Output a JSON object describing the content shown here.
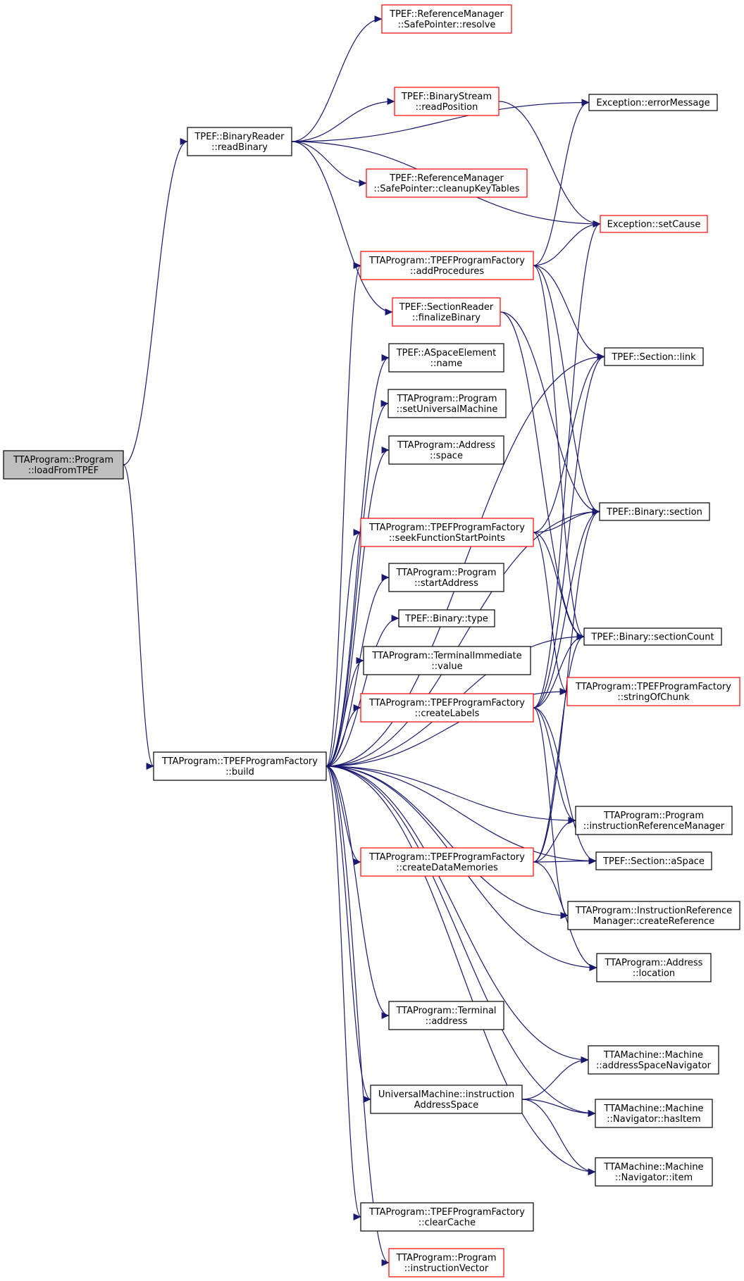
{
  "colors": {
    "edge": "#191970",
    "root_fill": "#bfbfbf",
    "normal_border": "#000000",
    "truncated_border": "#ff0000",
    "node_fill": "#ffffff"
  },
  "nodes": [
    {
      "id": "root",
      "lines": [
        "TTAProgram::Program",
        "::loadFromTPEF"
      ],
      "style": "root"
    },
    {
      "id": "readBinary",
      "lines": [
        "TPEF::BinaryReader",
        "::readBinary"
      ],
      "style": "normal"
    },
    {
      "id": "build",
      "lines": [
        "TTAProgram::TPEFProgramFactory",
        "::build"
      ],
      "style": "normal"
    },
    {
      "id": "resolve",
      "lines": [
        "TPEF::ReferenceManager",
        "::SafePointer::resolve"
      ],
      "style": "truncated"
    },
    {
      "id": "readPosition",
      "lines": [
        "TPEF::BinaryStream",
        "::readPosition"
      ],
      "style": "truncated"
    },
    {
      "id": "cleanupKeyTables",
      "lines": [
        "TPEF::ReferenceManager",
        "::SafePointer::cleanupKeyTables"
      ],
      "style": "truncated"
    },
    {
      "id": "errorMessage",
      "lines": [
        "Exception::errorMessage"
      ],
      "style": "normal"
    },
    {
      "id": "setCause",
      "lines": [
        "Exception::setCause"
      ],
      "style": "truncated"
    },
    {
      "id": "addProcedures",
      "lines": [
        "TTAProgram::TPEFProgramFactory",
        "::addProcedures"
      ],
      "style": "truncated"
    },
    {
      "id": "finalizeBinary",
      "lines": [
        "TPEF::SectionReader",
        "::finalizeBinary"
      ],
      "style": "truncated"
    },
    {
      "id": "sectionLink",
      "lines": [
        "TPEF::Section::link"
      ],
      "style": "normal"
    },
    {
      "id": "aspaceName",
      "lines": [
        "TPEF::ASpaceElement",
        "::name"
      ],
      "style": "normal"
    },
    {
      "id": "setUniversalMachine",
      "lines": [
        "TTAProgram::Program",
        "::setUniversalMachine"
      ],
      "style": "normal"
    },
    {
      "id": "addressSpace",
      "lines": [
        "TTAProgram::Address",
        "::space"
      ],
      "style": "normal"
    },
    {
      "id": "seekFunctionStartPoints",
      "lines": [
        "TTAProgram::TPEFProgramFactory",
        "::seekFunctionStartPoints"
      ],
      "style": "truncated"
    },
    {
      "id": "binarySection",
      "lines": [
        "TPEF::Binary::section"
      ],
      "style": "normal"
    },
    {
      "id": "startAddress",
      "lines": [
        "TTAProgram::Program",
        "::startAddress"
      ],
      "style": "normal"
    },
    {
      "id": "binaryType",
      "lines": [
        "TPEF::Binary::type"
      ],
      "style": "normal"
    },
    {
      "id": "terminalImmediateValue",
      "lines": [
        "TTAProgram::TerminalImmediate",
        "::value"
      ],
      "style": "normal"
    },
    {
      "id": "sectionCount",
      "lines": [
        "TPEF::Binary::sectionCount"
      ],
      "style": "normal"
    },
    {
      "id": "stringOfChunk",
      "lines": [
        "TTAProgram::TPEFProgramFactory",
        "::stringOfChunk"
      ],
      "style": "truncated"
    },
    {
      "id": "createLabels",
      "lines": [
        "TTAProgram::TPEFProgramFactory",
        "::createLabels"
      ],
      "style": "truncated"
    },
    {
      "id": "instructionReferenceManager",
      "lines": [
        "TTAProgram::Program",
        "::instructionReferenceManager"
      ],
      "style": "normal"
    },
    {
      "id": "createDataMemories",
      "lines": [
        "TTAProgram::TPEFProgramFactory",
        "::createDataMemories"
      ],
      "style": "truncated"
    },
    {
      "id": "sectionASpace",
      "lines": [
        "TPEF::Section::aSpace"
      ],
      "style": "normal"
    },
    {
      "id": "createReference",
      "lines": [
        "TTAProgram::InstructionReference",
        "Manager::createReference"
      ],
      "style": "normal"
    },
    {
      "id": "addressLocation",
      "lines": [
        "TTAProgram::Address",
        "::location"
      ],
      "style": "normal"
    },
    {
      "id": "terminalAddress",
      "lines": [
        "TTAProgram::Terminal",
        "::address"
      ],
      "style": "normal"
    },
    {
      "id": "addressSpaceNavigator",
      "lines": [
        "TTAMachine::Machine",
        "::addressSpaceNavigator"
      ],
      "style": "normal"
    },
    {
      "id": "instructionAddressSpace",
      "lines": [
        "UniversalMachine::instruction",
        "AddressSpace"
      ],
      "style": "normal"
    },
    {
      "id": "hasItem",
      "lines": [
        "TTAMachine::Machine",
        "::Navigator::hasItem"
      ],
      "style": "normal"
    },
    {
      "id": "navigatorItem",
      "lines": [
        "TTAMachine::Machine",
        "::Navigator::item"
      ],
      "style": "normal"
    },
    {
      "id": "clearCache",
      "lines": [
        "TTAProgram::TPEFProgramFactory",
        "::clearCache"
      ],
      "style": "normal"
    },
    {
      "id": "instructionVector",
      "lines": [
        "TTAProgram::Program",
        "::instructionVector"
      ],
      "style": "truncated"
    }
  ],
  "edges": [
    [
      "root",
      "readBinary"
    ],
    [
      "root",
      "build"
    ],
    [
      "readBinary",
      "resolve"
    ],
    [
      "readBinary",
      "errorMessage"
    ],
    [
      "readBinary",
      "readPosition"
    ],
    [
      "readBinary",
      "setCause"
    ],
    [
      "readBinary",
      "cleanupKeyTables"
    ],
    [
      "readBinary",
      "finalizeBinary"
    ],
    [
      "readPosition",
      "setCause"
    ],
    [
      "build",
      "addProcedures"
    ],
    [
      "build",
      "sectionLink"
    ],
    [
      "build",
      "aspaceName"
    ],
    [
      "build",
      "setUniversalMachine"
    ],
    [
      "build",
      "addressSpace"
    ],
    [
      "build",
      "binarySection"
    ],
    [
      "build",
      "seekFunctionStartPoints"
    ],
    [
      "build",
      "startAddress"
    ],
    [
      "build",
      "binaryType"
    ],
    [
      "build",
      "terminalImmediateValue"
    ],
    [
      "build",
      "createLabels"
    ],
    [
      "build",
      "sectionCount"
    ],
    [
      "build",
      "stringOfChunk"
    ],
    [
      "build",
      "instructionReferenceManager"
    ],
    [
      "build",
      "createDataMemories"
    ],
    [
      "build",
      "sectionASpace"
    ],
    [
      "build",
      "createReference"
    ],
    [
      "build",
      "addressLocation"
    ],
    [
      "build",
      "terminalAddress"
    ],
    [
      "build",
      "addressSpaceNavigator"
    ],
    [
      "build",
      "instructionAddressSpace"
    ],
    [
      "build",
      "hasItem"
    ],
    [
      "build",
      "navigatorItem"
    ],
    [
      "build",
      "clearCache"
    ],
    [
      "build",
      "instructionVector"
    ],
    [
      "addProcedures",
      "errorMessage"
    ],
    [
      "addProcedures",
      "setCause"
    ],
    [
      "addProcedures",
      "sectionLink"
    ],
    [
      "addProcedures",
      "binarySection"
    ],
    [
      "addProcedures",
      "sectionCount"
    ],
    [
      "finalizeBinary",
      "binarySection"
    ],
    [
      "finalizeBinary",
      "sectionCount"
    ],
    [
      "seekFunctionStartPoints",
      "sectionLink"
    ],
    [
      "seekFunctionStartPoints",
      "binarySection"
    ],
    [
      "seekFunctionStartPoints",
      "sectionCount"
    ],
    [
      "seekFunctionStartPoints",
      "stringOfChunk"
    ],
    [
      "createLabels",
      "setCause"
    ],
    [
      "createLabels",
      "sectionLink"
    ],
    [
      "createLabels",
      "binarySection"
    ],
    [
      "createLabels",
      "sectionCount"
    ],
    [
      "createLabels",
      "instructionReferenceManager"
    ],
    [
      "createLabels",
      "sectionASpace"
    ],
    [
      "createLabels",
      "createReference"
    ],
    [
      "createDataMemories",
      "binarySection"
    ],
    [
      "createDataMemories",
      "sectionCount"
    ],
    [
      "createDataMemories",
      "instructionReferenceManager"
    ],
    [
      "createDataMemories",
      "sectionASpace"
    ],
    [
      "createDataMemories",
      "addressLocation"
    ],
    [
      "instructionAddressSpace",
      "addressSpaceNavigator"
    ],
    [
      "instructionAddressSpace",
      "hasItem"
    ],
    [
      "instructionAddressSpace",
      "navigatorItem"
    ]
  ]
}
